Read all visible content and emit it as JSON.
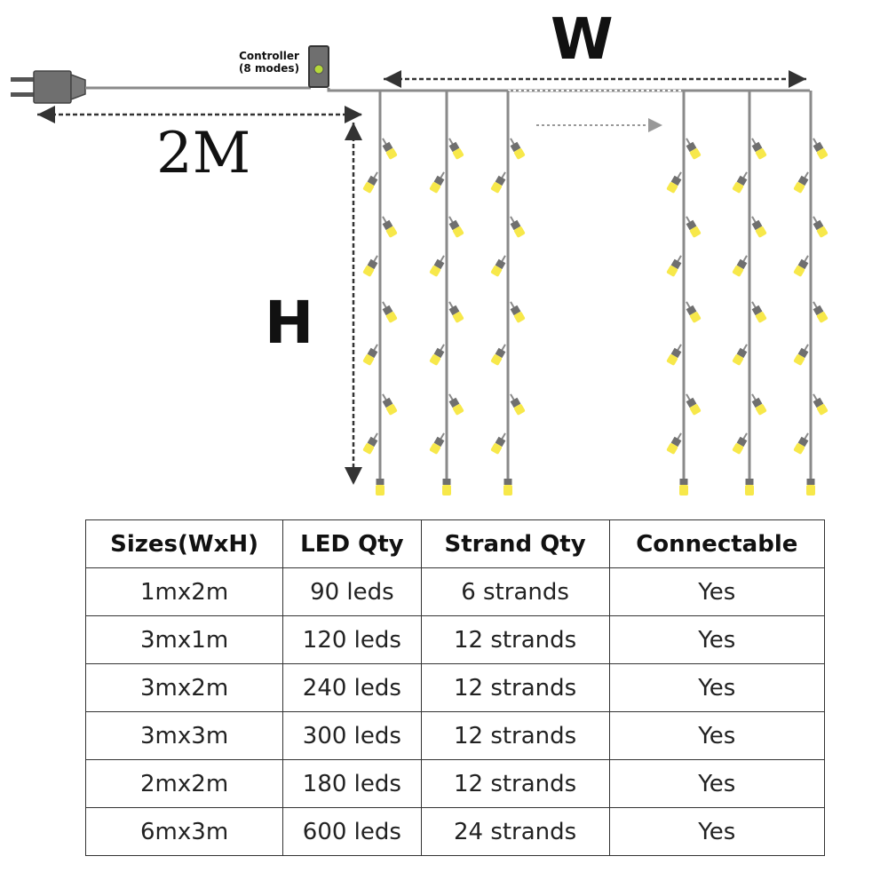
{
  "diagram": {
    "controller_label": [
      "Controller",
      "(8 modes)"
    ],
    "width_label": "W",
    "lead_length_label": "2M",
    "height_label": "H",
    "colors": {
      "wire": "#8a8a8a",
      "bulb": "#f7e84a",
      "socket": "#6f6f6f",
      "controller_led": "#b6d93a",
      "dimension": "#333333",
      "arrow": "#999999"
    }
  },
  "table": {
    "headers": [
      "Sizes(WxH)",
      "LED Qty",
      "Strand Qty",
      "Connectable"
    ],
    "rows": [
      [
        "1mx2m",
        "90 leds",
        "6 strands",
        "Yes"
      ],
      [
        "3mx1m",
        "120 leds",
        "12 strands",
        "Yes"
      ],
      [
        "3mx2m",
        "240 leds",
        "12 strands",
        "Yes"
      ],
      [
        "3mx3m",
        "300 leds",
        "12 strands",
        "Yes"
      ],
      [
        "2mx2m",
        "180 leds",
        "12 strands",
        "Yes"
      ],
      [
        "6mx3m",
        "600 leds",
        "24 strands",
        "Yes"
      ]
    ]
  }
}
